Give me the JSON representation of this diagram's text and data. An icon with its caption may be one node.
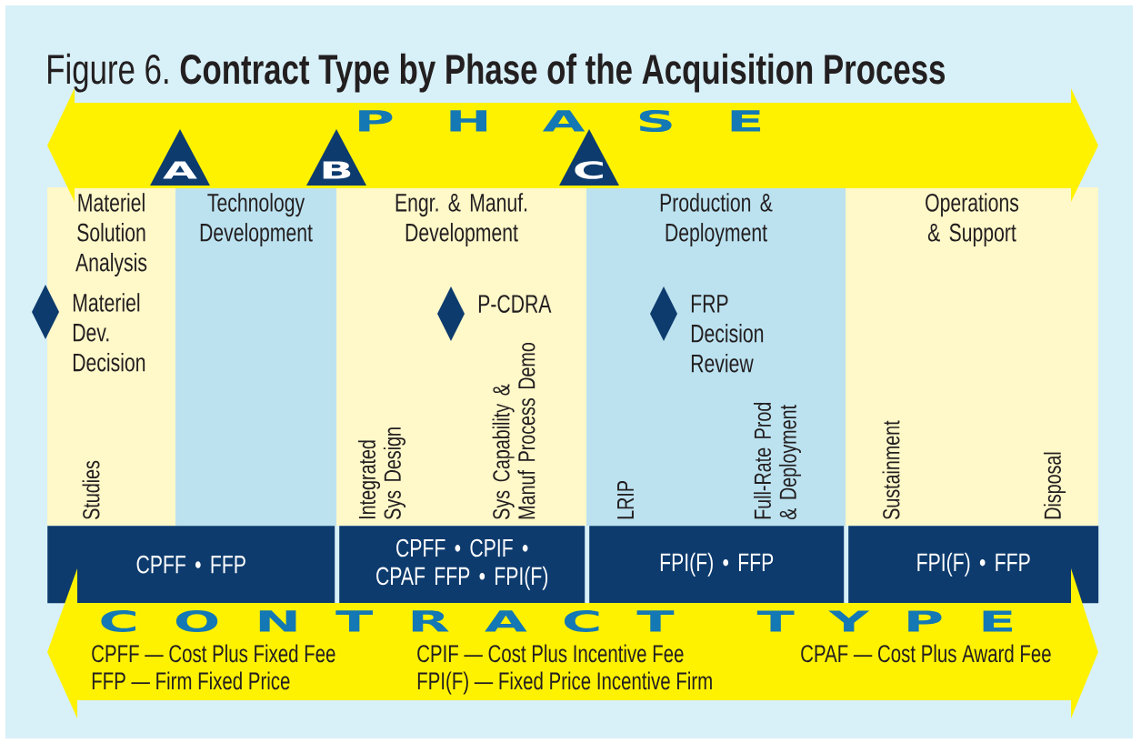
{
  "diagram": {
    "title": "Figure 6. **Contract Type by Phase of the Acquisition Process**",
    "nodes": [
      {
        "text": [
          "P H A S E"
        ]
      },
      {
        "text": [
          "A"
        ],
        "in": 0
      },
      {
        "text": [
          "B"
        ],
        "in": 0
      },
      {
        "text": [
          "C"
        ],
        "in": 0
      },
      {
        "text": [
          "Materiel Solution Analysis"
        ]
      },
      {
        "text": [
          "Technology Development"
        ]
      },
      {
        "text": [
          "Engr. & Manuf. Development"
        ]
      },
      {
        "text": [
          "Production & Deployment"
        ]
      },
      {
        "text": [
          "Operations & Support"
        ]
      },
      {
        "text": [],
        "shape": "diamond",
        "beside": [
          "Materiel Dev. Decision"
        ]
      },
      {
        "text": [],
        "shape": "diamond",
        "in": 6,
        "beside": [
          "P-CDRA"
        ]
      },
      {
        "text": [],
        "shape": "diamond",
        "in": 7,
        "beside": [
          "FRP Decision Review"
        ]
      },
      {
        "text": [
          "CPFF • FFP"
        ]
      },
      {
        "text": [
          "CPFF • CPIF • CPAF FFP • FPI(F)"
        ]
      },
      {
        "text": [
          "FPI(F) • FFP"
        ]
      },
      {
        "text": [
          "FPI(F) • FFP"
        ]
      },
      {
        "text": [
          "C O N T R A C T",
          "T Y P E"
        ]
      }
    ],
    "labels": [
      "Studies",
      "Integrated Sys Design",
      "Sys Capability & Manuf Process Demo",
      "LRIP",
      "Full-Rate Prod & Deployment",
      "Sustainment",
      "Disposal",
      "CPFF — Cost Plus Fixed Fee",
      "CPIF — Cost Plus Incentive Fee",
      "CPAF — Cost Plus Award Fee",
      "FFP — Firm Fixed Price",
      "FPI(F) — Fixed Price Incentive Firm"
    ]
  }
}
